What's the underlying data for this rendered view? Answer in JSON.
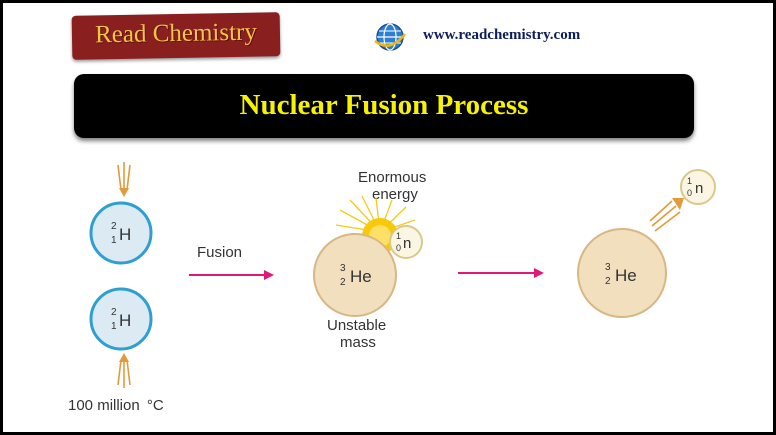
{
  "brand": {
    "logo_text": "Read Chemistry",
    "url": "www.readchemistry.com"
  },
  "title": "Nuclear Fusion Process",
  "diagram": {
    "reactant_top": {
      "mass": "2",
      "atomic": "1",
      "symbol": "H"
    },
    "reactant_bottom": {
      "mass": "2",
      "atomic": "1",
      "symbol": "H"
    },
    "condition": "100 million",
    "condition_unit": "°C",
    "fusion_label": "Fusion",
    "energy_label_1": "Enormous",
    "energy_label_2": "energy",
    "intermediate": {
      "mass": "3",
      "atomic": "2",
      "symbol": "He"
    },
    "neutron_mid": {
      "mass": "1",
      "atomic": "0",
      "symbol": "n"
    },
    "unstable_label_1": "Unstable",
    "unstable_label_2": "mass",
    "product": {
      "mass": "3",
      "atomic": "2",
      "symbol": "He"
    },
    "neutron_out": {
      "mass": "1",
      "atomic": "0",
      "symbol": "n"
    }
  },
  "colors": {
    "hydrogen_fill": "#dcebf3",
    "hydrogen_stroke": "#2e9fd0",
    "helium_fill": "#f1dfbe",
    "helium_stroke": "#d9b784",
    "arrow_pink": "#e0187a",
    "incoming_arrows": "#e29a3a",
    "sun": "#f5c500"
  }
}
